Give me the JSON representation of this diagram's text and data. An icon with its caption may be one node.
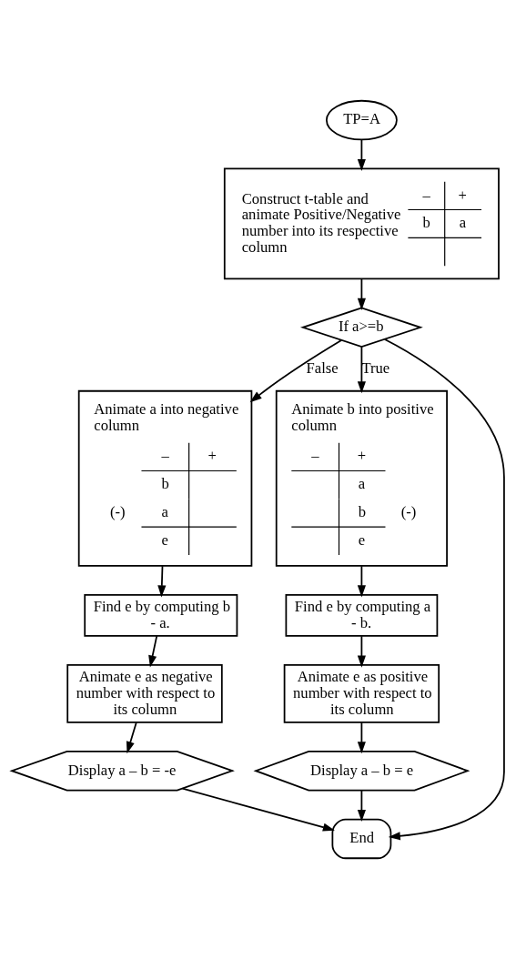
{
  "diagram": {
    "nodes": [
      {
        "text": [
          "TP=A"
        ]
      },
      {
        "text": [
          "Construct t-table and animate Positive/Negative number into its respective column",
          "–",
          "+",
          "b",
          "a"
        ]
      },
      {
        "text": [
          "If a>=b"
        ]
      },
      {
        "text": [
          "Animate a into negative column",
          "–",
          "+",
          "b",
          "(-)",
          "a",
          "e"
        ]
      },
      {
        "text": [
          "Animate b into positive column",
          "–",
          "+",
          "a",
          "b",
          "(-)",
          "e"
        ]
      },
      {
        "text": [
          "Find e by computing b - a."
        ]
      },
      {
        "text": [
          "Find e by computing a - b."
        ]
      },
      {
        "text": [
          "Animate e as negative number with respect to its column"
        ]
      },
      {
        "text": [
          "Animate e as positive number with respect to its column"
        ]
      },
      {
        "text": [
          "Display a – b = -e"
        ]
      },
      {
        "text": [
          "Display a – b = e"
        ]
      },
      {
        "text": [
          "End"
        ]
      }
    ],
    "edges": [
      {
        "from": 0,
        "to": 1,
        "arrow": "to"
      },
      {
        "from": 1,
        "to": 2,
        "arrow": "to"
      },
      {
        "from": 2,
        "to": 3,
        "arrow": "to",
        "label": "False"
      },
      {
        "from": 2,
        "to": 4,
        "arrow": "to",
        "label": "True"
      },
      {
        "from": 3,
        "to": 5,
        "arrow": "to"
      },
      {
        "from": 4,
        "to": 6,
        "arrow": "to"
      },
      {
        "from": 5,
        "to": 7,
        "arrow": "to"
      },
      {
        "from": 6,
        "to": 8,
        "arrow": "to"
      },
      {
        "from": 7,
        "to": 9,
        "arrow": "to"
      },
      {
        "from": 8,
        "to": 10,
        "arrow": "to"
      },
      {
        "from": 2,
        "to": 11,
        "arrow": "to"
      },
      {
        "from": 9,
        "to": 11,
        "arrow": "to"
      },
      {
        "from": 10,
        "to": 11,
        "arrow": "to"
      }
    ]
  }
}
